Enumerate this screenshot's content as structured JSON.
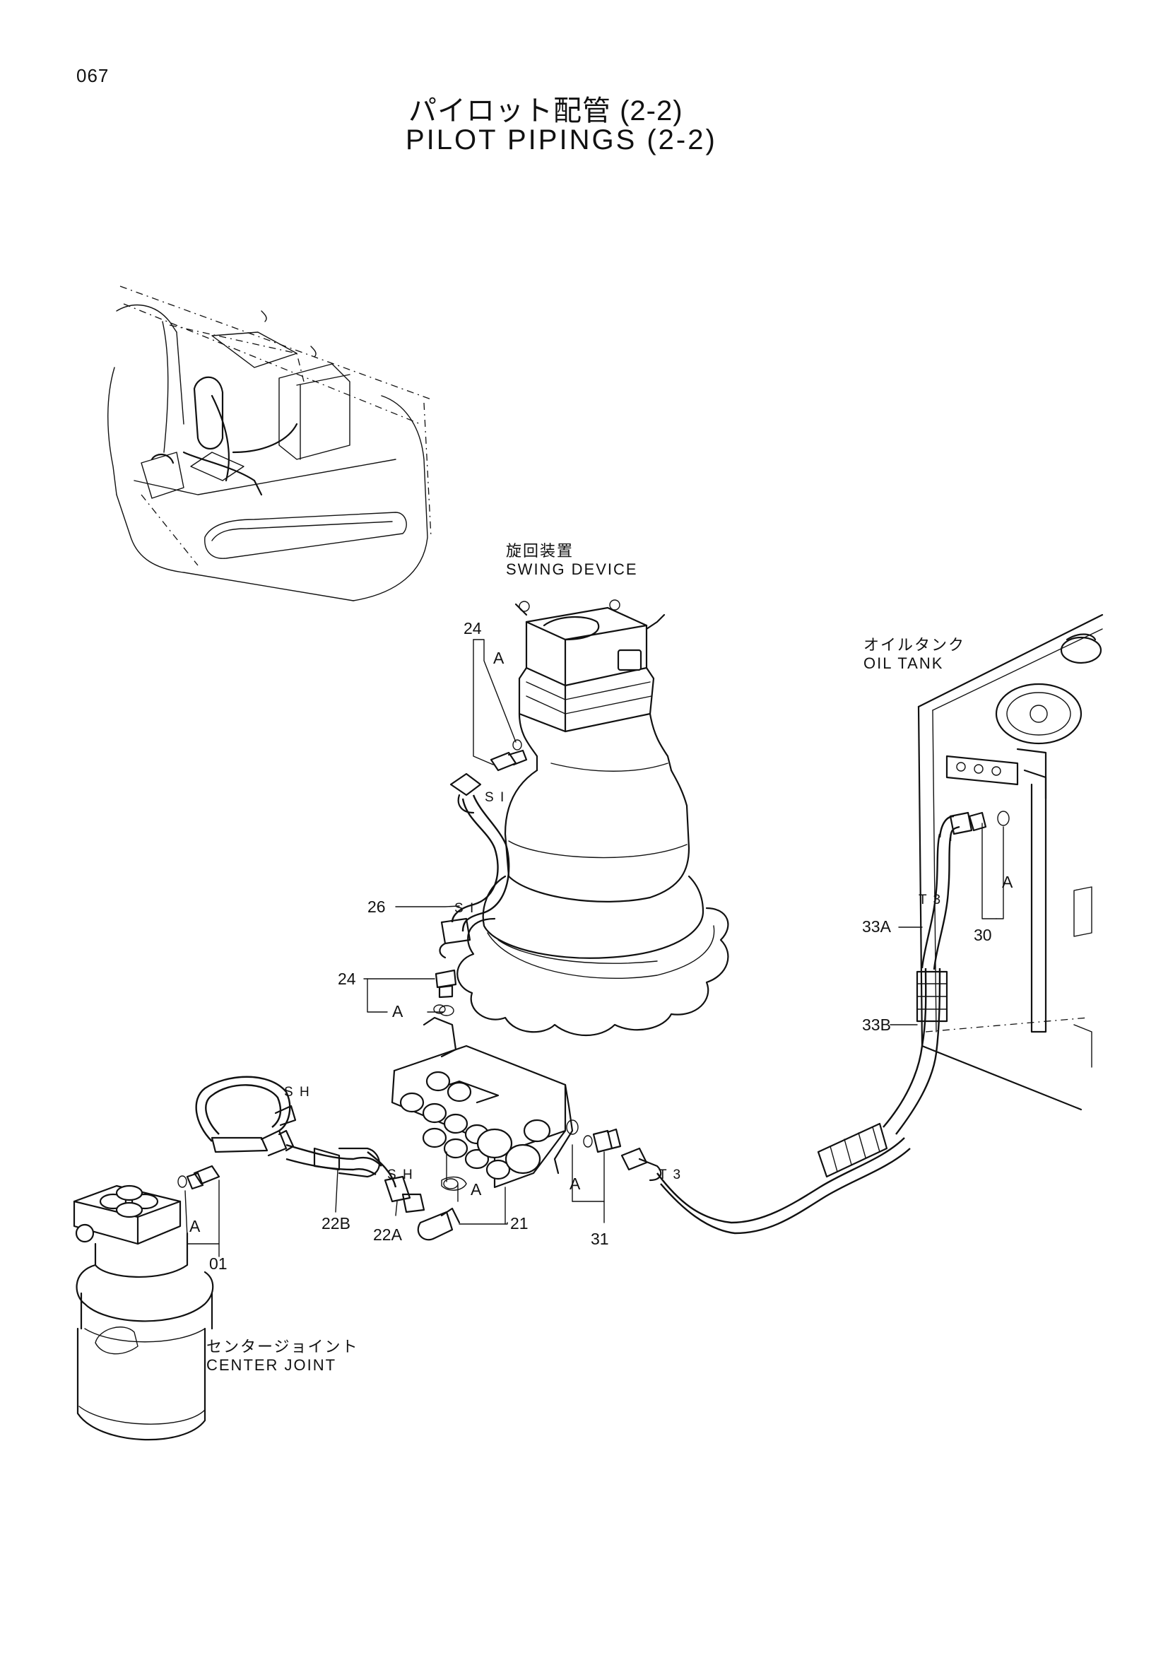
{
  "page_number": "067",
  "title_jp": "パイロット配管  (2-2)",
  "title_en": "PILOT PIPINGS  (2-2)",
  "components": {
    "swing_device_jp": "旋回装置",
    "swing_device_en": "SWING DEVICE",
    "oil_tank_jp": "オイルタンク",
    "oil_tank_en": "OIL TANK",
    "center_joint_jp": "センタージョイント",
    "center_joint_en": "CENTER JOINT"
  },
  "part_callouts": {
    "p24_top": "24",
    "p26": "26",
    "p24_mid": "24",
    "p33A": "33A",
    "p33B": "33B",
    "p30": "30",
    "p22B": "22B",
    "p22A": "22A",
    "p21": "21",
    "p31": "31",
    "p01": "01"
  },
  "ref_markers": {
    "a1": "A",
    "a2": "A",
    "a3": "A",
    "a4": "A",
    "a5": "A",
    "a6": "A"
  },
  "hose_marks": {
    "si1": "S I",
    "si2": "S I",
    "sh1": "S H",
    "sh2": "S H",
    "t3a": "T 3",
    "t3b": "T 3"
  }
}
